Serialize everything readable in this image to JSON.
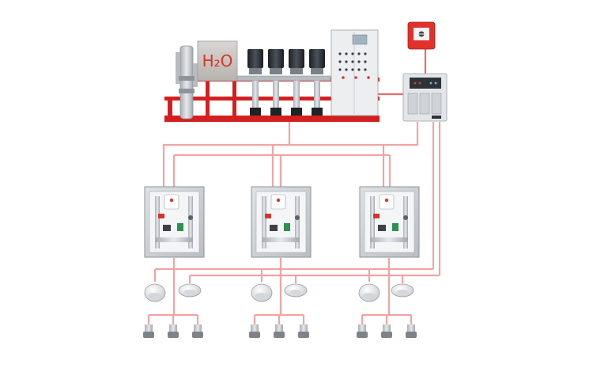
{
  "pump_station": {
    "tank_label": "H₂O",
    "pump_count": 4
  },
  "valve_cabinets": [
    {
      "id": "cabinet-1",
      "detectors": 2,
      "nozzles": 3
    },
    {
      "id": "cabinet-2",
      "detectors": 2,
      "nozzles": 3
    },
    {
      "id": "cabinet-3",
      "detectors": 2,
      "nozzles": 3
    }
  ],
  "colors": {
    "pipe": "#f2a3a3",
    "frame_red": "#d31f1f",
    "steel": "#c9cdd2",
    "motor": "#2b3036",
    "tank": "#c7c4c1",
    "h2o_text": "#d8342a",
    "alarm_red": "#e2302a"
  },
  "icons": {
    "manual_call_point": "fire-alarm-call-point-icon",
    "control_panel": "fire-control-panel-icon",
    "smoke_detector": "smoke-detector-icon",
    "heat_detector": "heat-detector-icon",
    "nozzle": "mist-nozzle-icon"
  }
}
